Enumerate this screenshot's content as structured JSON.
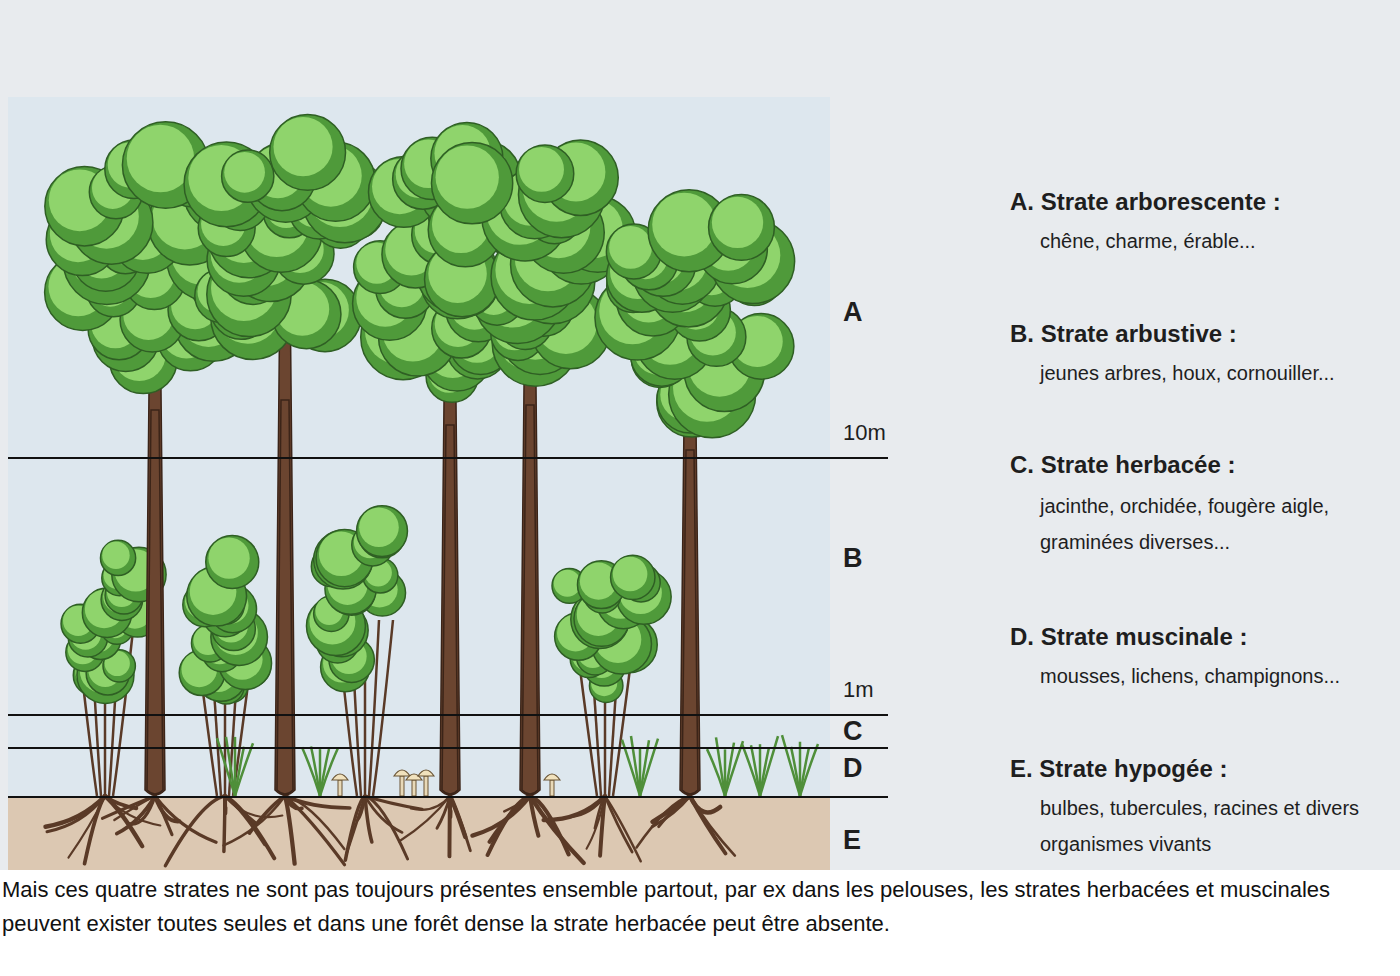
{
  "diagram": {
    "caption": "Mais ces quatre strates ne sont pas toujours présentes ensemble partout, par ex dans les pelouses, les strates herbacées et muscinales peuvent exister toutes seules et dans une forêt dense la strate herbacée peut être absente.",
    "labels": [
      "A",
      "10m",
      "B",
      "1m",
      "C",
      "D",
      "E",
      "A. Strate arborescente :",
      "chêne, charme, érable...",
      "B. Strate arbustive :",
      "jeunes arbres, houx, cornouiller...",
      "C. Strate herbacée :",
      "jacinthe, orchidée, fougère aigle, graminées diverses...",
      "D. Strate muscinale :",
      "mousses, lichens, champignons...",
      "E. Strate hypogée :",
      "bulbes, tubercules, racines et divers organismes vivants"
    ]
  }
}
